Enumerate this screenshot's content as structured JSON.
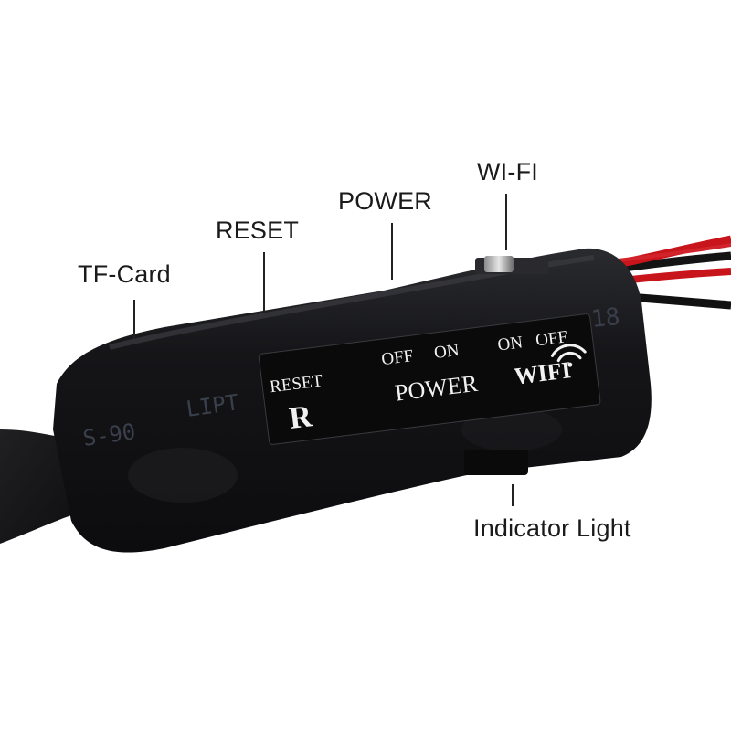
{
  "callouts": {
    "tf_card": "TF-Card",
    "reset": "RESET",
    "power": "POWER",
    "wifi": "WI-FI",
    "indicator": "Indicator Light"
  },
  "sticker": {
    "reset_small": "RESET",
    "reset_letter": "R",
    "power_off": "OFF",
    "power_on": "ON",
    "power_label": "POWER",
    "wifi_on": "ON",
    "wifi_off": "OFF",
    "wifi_label": "WIFI"
  },
  "printed_marks": {
    "main": "S-90",
    "left_edge": "LIPT",
    "right_edge": "18"
  },
  "colors": {
    "background": "#ffffff",
    "module_body": "#121214",
    "sticker_fill": "#0a0a0a",
    "sticker_text": "#f2f2f2",
    "printed_text": "#3a3f4c",
    "wire_red": "#c8151b",
    "wire_black": "#111111",
    "leader_line": "#222222"
  },
  "icons": {
    "wifi_symbol": "wifi-icon"
  }
}
